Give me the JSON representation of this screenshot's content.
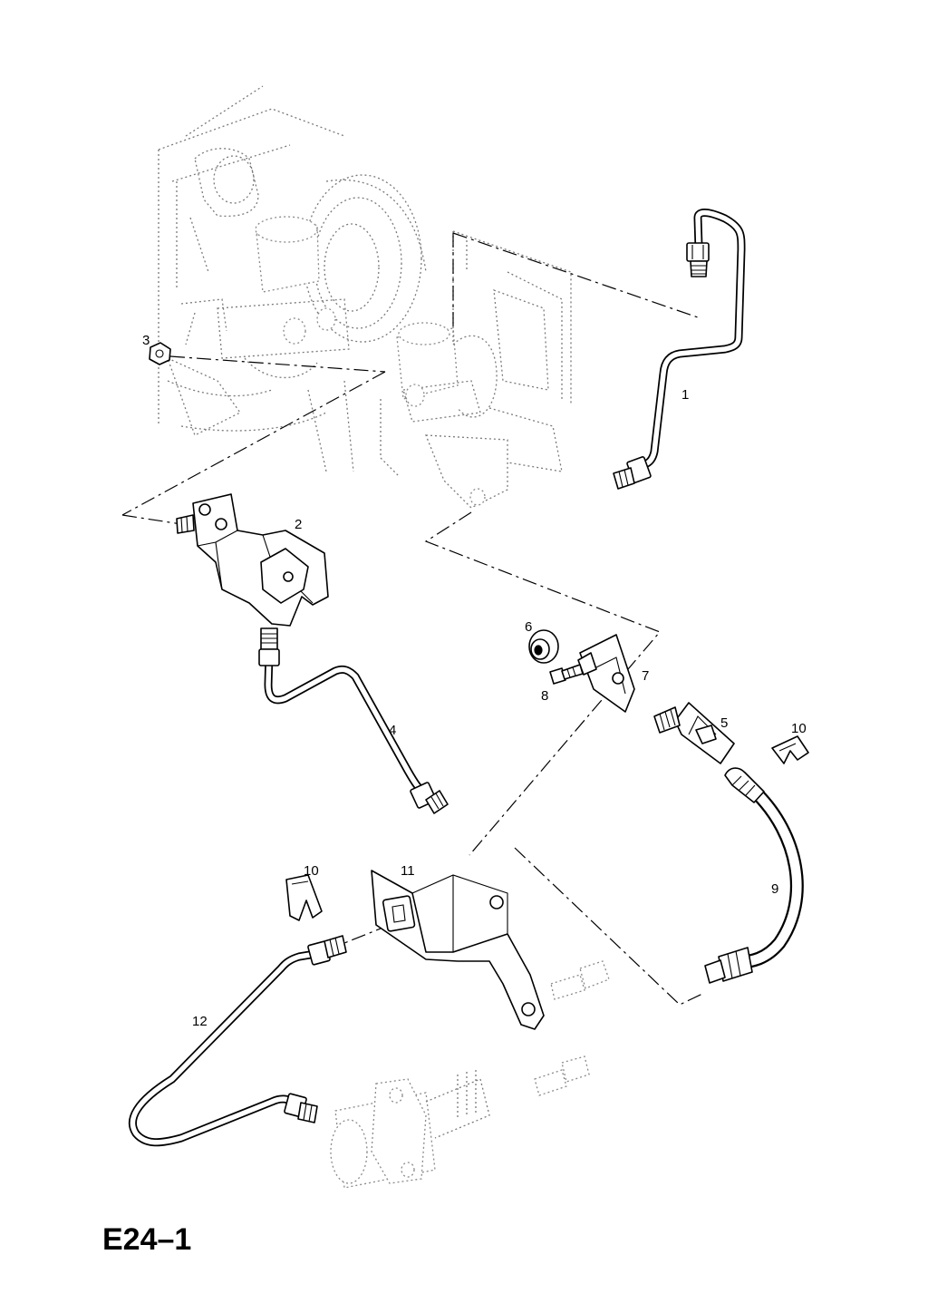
{
  "diagram_code": "E24–1",
  "callouts": {
    "c1": "1",
    "c2": "2",
    "c3": "3",
    "c4": "4",
    "c5": "5",
    "c6": "6",
    "c7": "7",
    "c8": "8",
    "c9": "9",
    "c10a": "10",
    "c10b": "10",
    "c11": "11",
    "c12": "12"
  }
}
